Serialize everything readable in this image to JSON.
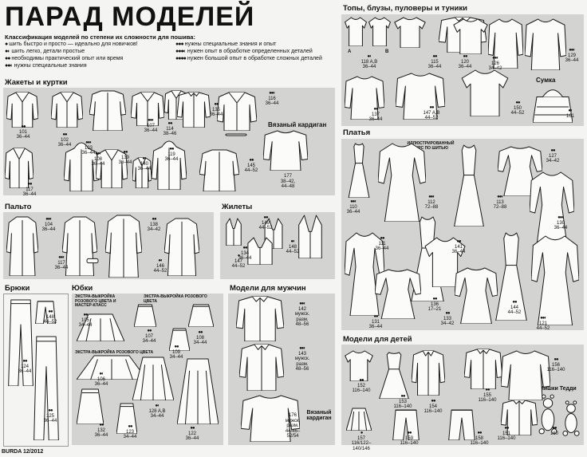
{
  "title": "ПАРАД МОДЕЛЕЙ",
  "legend": {
    "heading": "Классификация моделей по степени их сложности для пошива:",
    "left": [
      {
        "dots": "●",
        "text": "шить быстро и просто — идеально для новичков!"
      },
      {
        "dots": "●◐",
        "text": "шить легко, детали простые"
      },
      {
        "dots": "●●",
        "text": "необходимы практический опыт или время"
      },
      {
        "dots": "●●◐",
        "text": "нужны специальные знания"
      }
    ],
    "right": [
      {
        "dots": "●●●",
        "text": "нужны специальные знания и опыт"
      },
      {
        "dots": "●●●◐",
        "text": "нужен опыт в обработке определенных деталей"
      },
      {
        "dots": "●●●●",
        "text": "нужен большой опыт в обработке сложных деталей"
      }
    ]
  },
  "sections": {
    "jackets": "Жакеты и куртки",
    "coats": "Пальто",
    "vests": "Жилеты",
    "trousers": "Брюки",
    "skirts": "Юбки",
    "men": "Модели для мужчин",
    "tops": "Топы, блузы, пуловеры и туники",
    "dresses": "Платья",
    "kids": "Модели для детей"
  },
  "labels": {
    "knit_cardigan": "Вязаный кардиган",
    "bag": "Сумка",
    "knit_cardigan_men": "Вязаный кардиган",
    "teddy": "Мишки Тедди",
    "dress_course": "ИЛЛЮСТРИРОВАННЫЙ КУРС ПО ШИТЬЮ",
    "skirt_note1": "ЭКСТРА-ВЫКРОЙКА РОЗОВОГО ЦВЕТА И МАСТЕР-КЛАСС",
    "skirt_note2": "ЭКСТРА-ВЫКРОЙКА РОЗОВОГО ЦВЕТА",
    "skirt_note3": "ЭКСТРА-ВЫКРОЙКА РОЗОВОГО ЦВЕТА",
    "footer": "BURDA 12/2012"
  },
  "models": {
    "m101": {
      "dots": "●●",
      "num": "101",
      "size": "36–44"
    },
    "m102": {
      "dots": "●●",
      "num": "102",
      "size": "36–44"
    },
    "m103": {
      "dots": "●●◐",
      "num": "103",
      "size": "36–44"
    },
    "m107": {
      "dots": "●●◐",
      "num": "107",
      "size": "36–44"
    },
    "m114": {
      "dots": "●●",
      "num": "114",
      "size": "38–46"
    },
    "m135": {
      "dots": "●●",
      "num": "135",
      "size": "36–44"
    },
    "m116": {
      "dots": "●●◐",
      "num": "116",
      "size": "36–44"
    },
    "m117j": {
      "dots": "●●",
      "num": "117",
      "size": "36–44"
    },
    "m108": {
      "dots": "●●◐",
      "num": "108",
      "size": "36–44"
    },
    "m139": {
      "dots": "●●",
      "num": "139",
      "size": "36–44"
    },
    "m140": {
      "dots": "●◐",
      "num": "140",
      "size": "36–44"
    },
    "m119": {
      "dots": "●●",
      "num": "119",
      "size": "36–44"
    },
    "m145": {
      "dots": "●●",
      "num": "145",
      "size": "44–52"
    },
    "m177": {
      "dots": "",
      "num": "177",
      "size": "38–42, 44–48"
    },
    "m104": {
      "dots": "●●◐",
      "num": "104",
      "size": "36–44"
    },
    "m117c": {
      "dots": "●●◐",
      "num": "117",
      "size": "36–44"
    },
    "m138": {
      "dots": "●●",
      "num": "138",
      "size": "34–42"
    },
    "m146": {
      "dots": "●◐",
      "num": "146",
      "size": "44–52"
    },
    "m134": {
      "dots": "●●",
      "num": "134",
      "size": "36–44"
    },
    "m149": {
      "dots": "●●",
      "num": "149",
      "size": "44–52"
    },
    "m147": {
      "dots": "●",
      "num": "147",
      "size": "44–52"
    },
    "m148": {
      "dots": "●◐",
      "num": "148",
      "size": "44–52"
    },
    "m124": {
      "dots": "●●",
      "num": "124",
      "size": "36–44"
    },
    "m148t": {
      "dots": "●●",
      "num": "148",
      "size": "44–52"
    },
    "m125": {
      "dots": "●●",
      "num": "125",
      "size": "36–44"
    },
    "m105": {
      "dots": "●●",
      "num": "105",
      "size": "34–44"
    },
    "m107s": {
      "dots": "●●",
      "num": "107",
      "size": "34–44"
    },
    "m108s": {
      "dots": "●●",
      "num": "108",
      "size": "34–44"
    },
    "m109": {
      "dots": "●●",
      "num": "109",
      "size": "34–44"
    },
    "m106": {
      "dots": "●◐",
      "num": "106",
      "size": "36–44"
    },
    "m128": {
      "dots": "●◐",
      "num": "128 A,B",
      "size": "34–44"
    },
    "m132": {
      "dots": "●●",
      "num": "132",
      "size": "36–44"
    },
    "m123": {
      "dots": "●●",
      "num": "123",
      "size": "34–44"
    },
    "m122": {
      "dots": "●●",
      "num": "122",
      "size": "36–44"
    },
    "m142": {
      "dots": "●●◐",
      "num": "142",
      "size": "мужск. разм.\n48–56"
    },
    "m143": {
      "dots": "●●◐",
      "num": "143",
      "size": "мужск. разм.\n48–56"
    },
    "m176": {
      "dots": "",
      "num": "176",
      "size": "мужск. разм.\n44/46–52/54"
    },
    "m118": {
      "dots": "●◐",
      "num": "118 A,B",
      "size": "36–44"
    },
    "m115": {
      "dots": "●●",
      "num": "115",
      "size": "36–44"
    },
    "m120": {
      "dots": "●●",
      "num": "120",
      "size": "36–44"
    },
    "m126": {
      "dots": "●●◐",
      "num": "126",
      "size": "34–42"
    },
    "m129": {
      "dots": "●●◐",
      "num": "129",
      "size": "36–44"
    },
    "m137": {
      "dots": "●●",
      "num": "137",
      "size": "36–44"
    },
    "m147t": {
      "dots": "●●",
      "num": "147 A,B",
      "size": "44–52"
    },
    "m150": {
      "dots": "●●",
      "num": "150",
      "size": "44–52"
    },
    "m161": {
      "dots": "●◐",
      "num": "161",
      "size": ""
    },
    "m110": {
      "dots": "●●◐",
      "num": "110",
      "size": "36–44"
    },
    "m112": {
      "dots": "●●◐",
      "num": "112",
      "size": "72–88"
    },
    "m113": {
      "dots": "●●◐",
      "num": "113",
      "size": "72–88"
    },
    "m127": {
      "dots": "●●",
      "num": "127",
      "size": "34–42"
    },
    "m130": {
      "dots": "●●◐",
      "num": "130",
      "size": "36–44"
    },
    "m111": {
      "dots": "●●",
      "num": "111",
      "size": "36–44"
    },
    "m141": {
      "dots": "●●",
      "num": "141",
      "size": "36–44"
    },
    "m136": {
      "dots": "●●",
      "num": "136",
      "size": "17–21"
    },
    "m131": {
      "dots": "●●",
      "num": "131",
      "size": "36–44"
    },
    "m133": {
      "dots": "●●",
      "num": "133",
      "size": "34–42"
    },
    "m144": {
      "dots": "●●",
      "num": "144",
      "size": "44–52"
    },
    "m121": {
      "dots": "●●◐",
      "num": "121",
      "size": "44–52"
    },
    "m152": {
      "dots": "●●",
      "num": "152",
      "size": "116–140"
    },
    "m153": {
      "dots": "●●",
      "num": "153",
      "size": "116–140"
    },
    "m154": {
      "dots": "●●",
      "num": "154",
      "size": "116–140"
    },
    "m155": {
      "dots": "●●",
      "num": "155",
      "size": "116–140"
    },
    "m156": {
      "dots": "●●",
      "num": "156",
      "size": "116–140"
    },
    "m157": {
      "dots": "●",
      "num": "157",
      "size": "116/122–140/146"
    },
    "m159": {
      "dots": "●●",
      "num": "159",
      "size": "116–140"
    },
    "m158": {
      "dots": "●●",
      "num": "158",
      "size": "116–140"
    },
    "m160": {
      "dots": "●●",
      "num": "160",
      "size": ""
    },
    "m151": {
      "dots": "●●",
      "num": "151",
      "size": "116–140"
    }
  },
  "top_variants": {
    "a": "A",
    "b": "B"
  }
}
